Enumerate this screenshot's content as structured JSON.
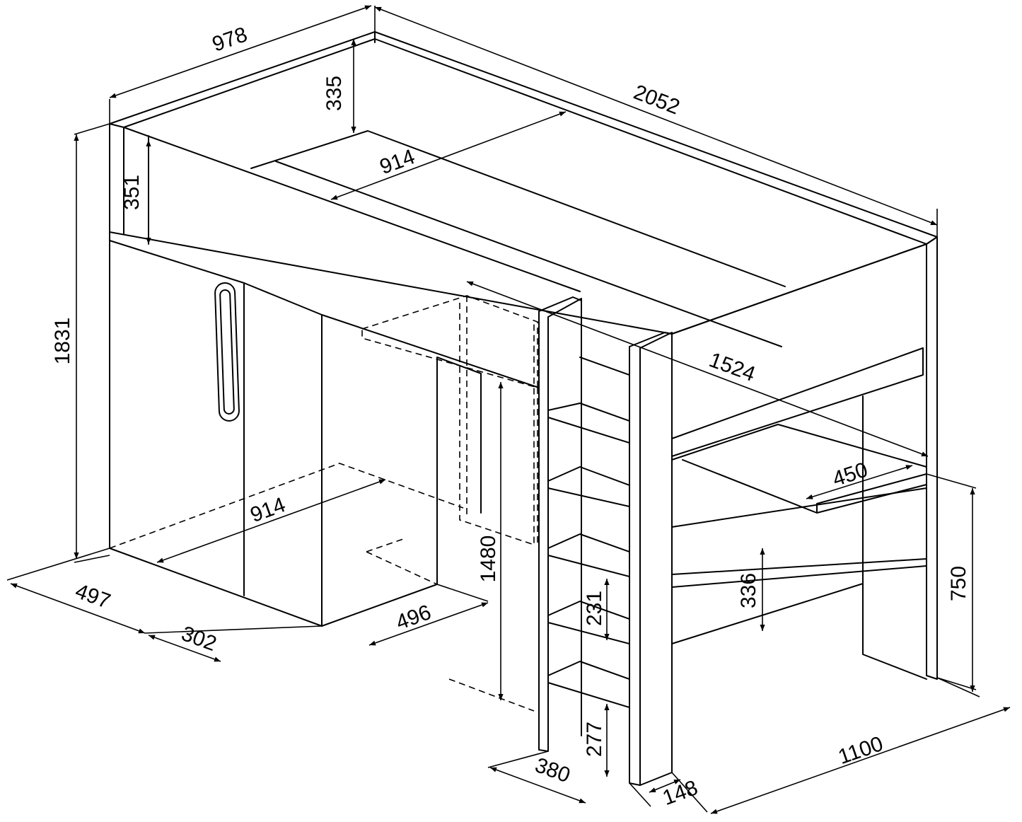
{
  "drawing": {
    "stroke_color": "#000000",
    "background_color": "#ffffff",
    "dimensions": [
      {
        "id": "depth",
        "label": "978"
      },
      {
        "id": "length",
        "label": "2052"
      },
      {
        "id": "guard-height",
        "label": "335"
      },
      {
        "id": "mattress-width",
        "label": "914"
      },
      {
        "id": "top-panel-height",
        "label": "351"
      },
      {
        "id": "total-height",
        "label": "1831"
      },
      {
        "id": "desk-length",
        "label": "1524"
      },
      {
        "id": "desk-depth",
        "label": "450"
      },
      {
        "id": "under-bed-width",
        "label": "914"
      },
      {
        "id": "clearance-height",
        "label": "1480"
      },
      {
        "id": "desk-height",
        "label": "750"
      },
      {
        "id": "shelf-height",
        "label": "336"
      },
      {
        "id": "step-spacing",
        "label": "231"
      },
      {
        "id": "bottom-step-height",
        "label": "277"
      },
      {
        "id": "wardrobe-depth",
        "label": "497"
      },
      {
        "id": "wardrobe-door",
        "label": "302"
      },
      {
        "id": "wardrobe-width",
        "label": "496"
      },
      {
        "id": "ladder-depth",
        "label": "380"
      },
      {
        "id": "post-width",
        "label": "148"
      },
      {
        "id": "desk-width",
        "label": "1100"
      }
    ]
  }
}
